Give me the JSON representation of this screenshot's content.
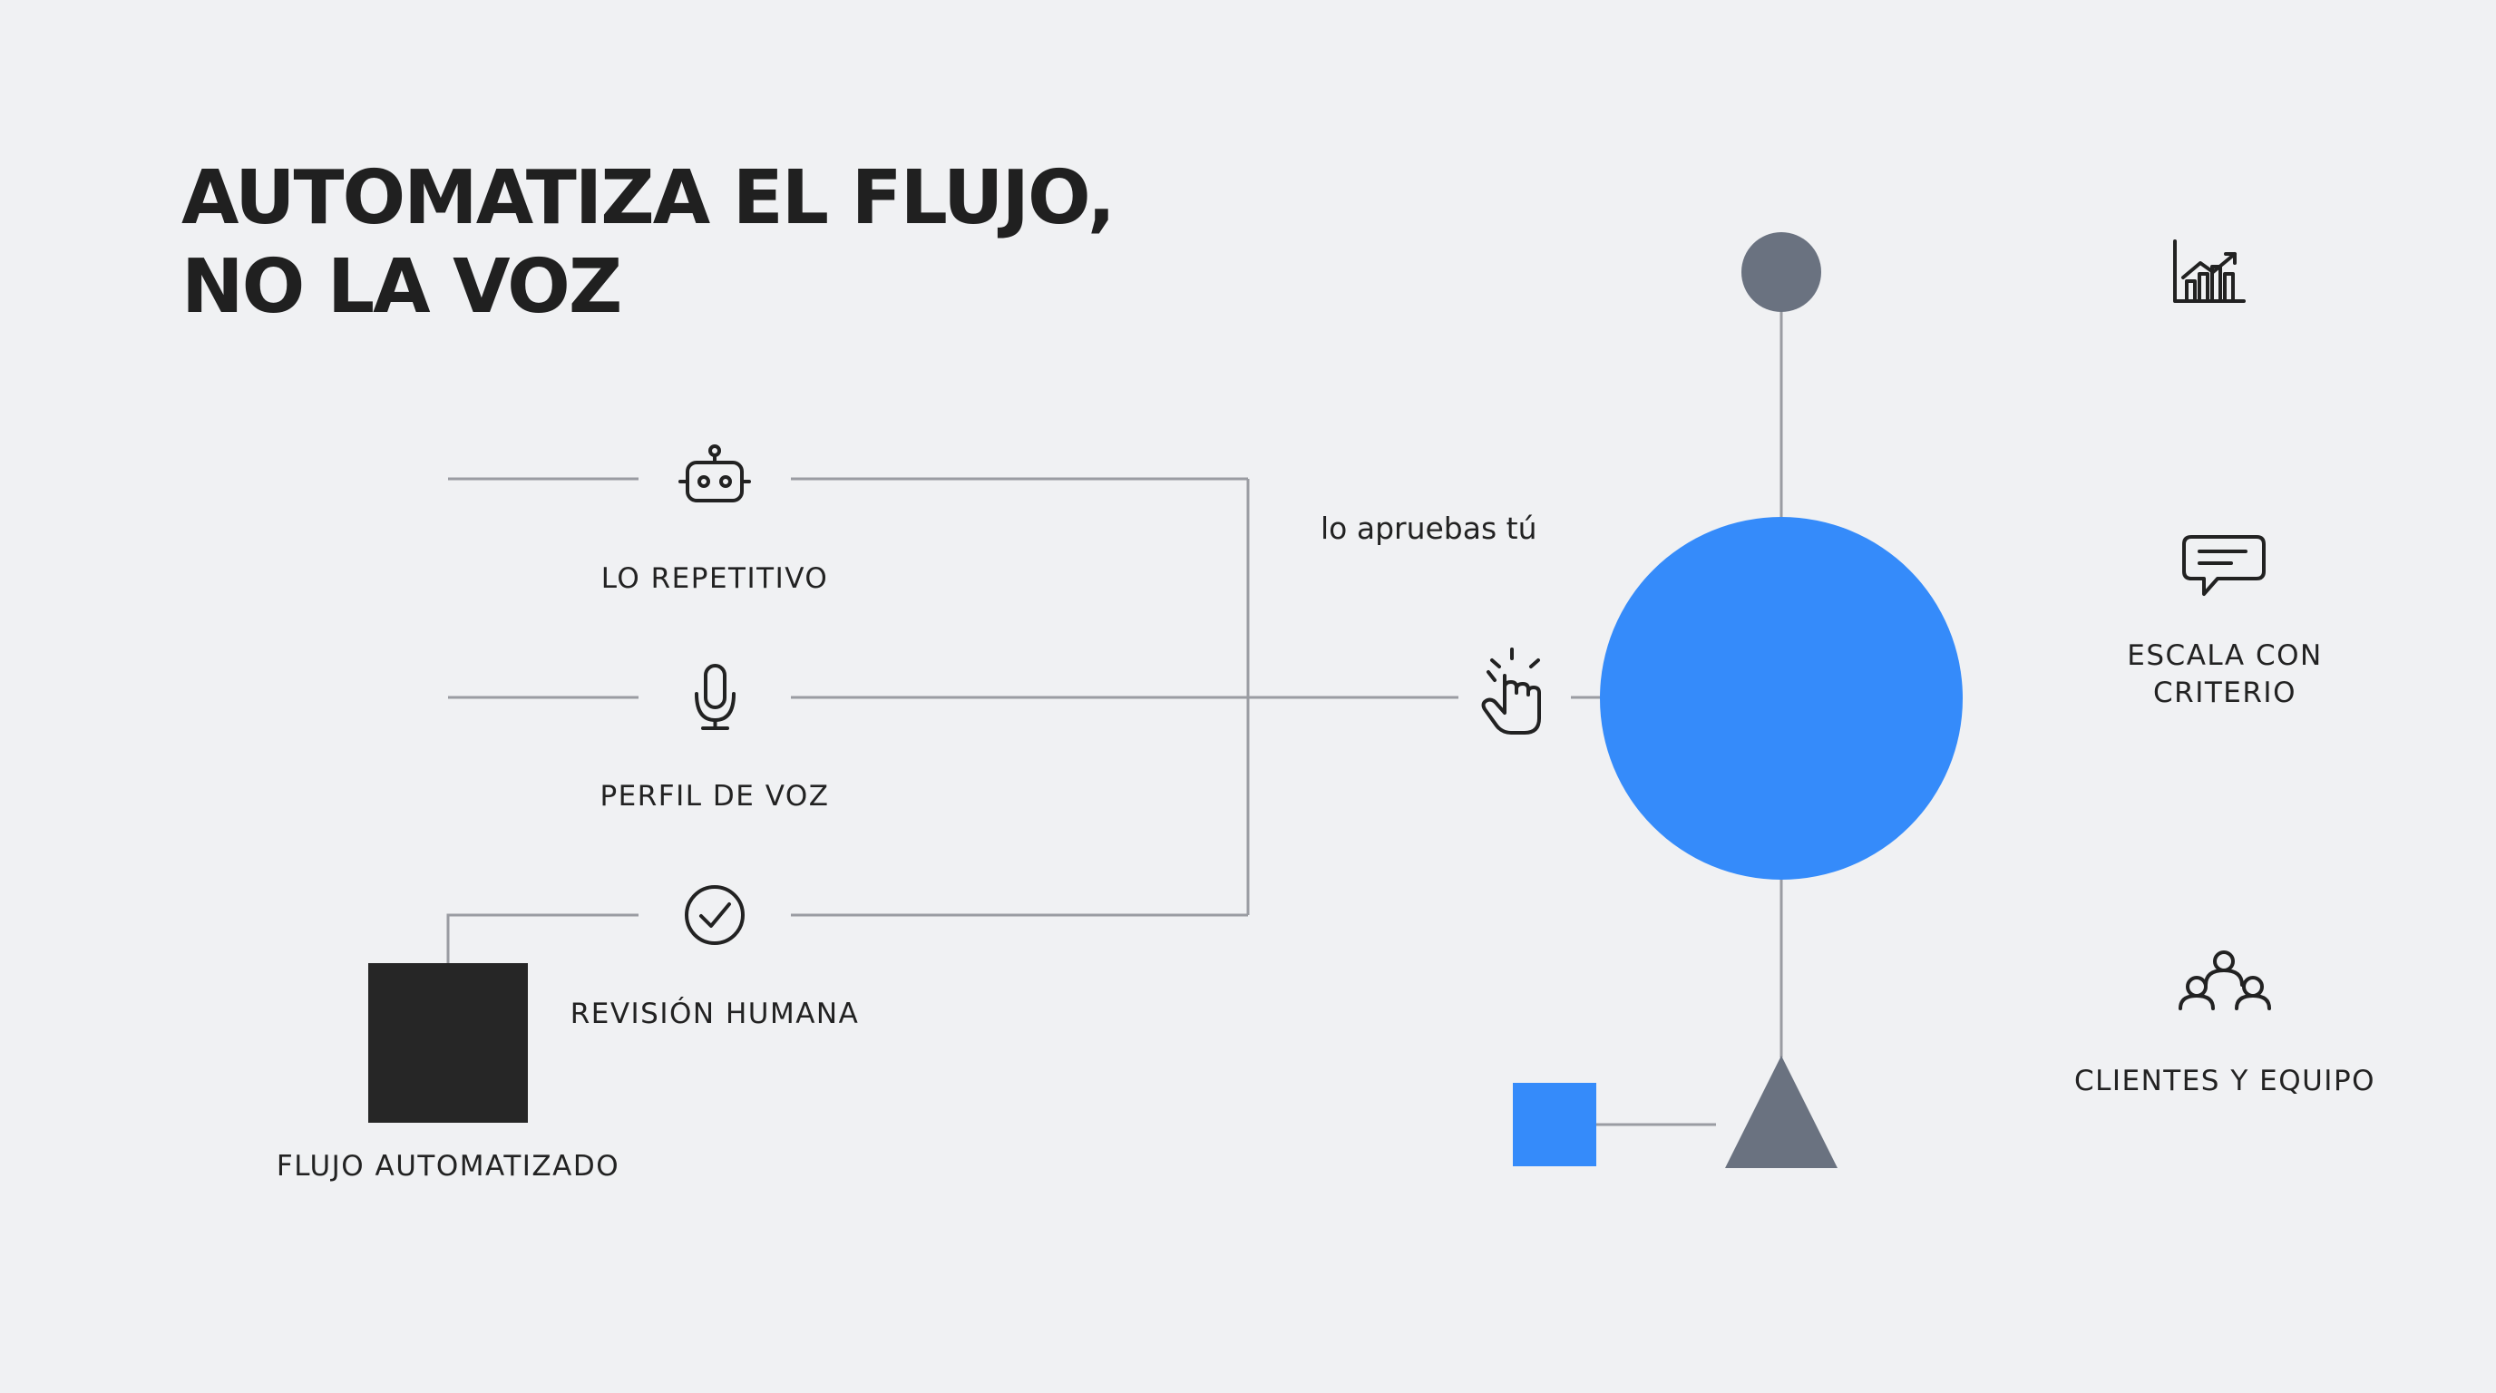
{
  "title": {
    "line1": "AUTOMATIZA EL FLUJO,",
    "line2": "NO LA VOZ"
  },
  "left_items": [
    {
      "label": "LO REPETITIVO",
      "icon": "robot-icon"
    },
    {
      "label": "PERFIL DE VOZ",
      "icon": "microphone-icon"
    },
    {
      "label": "REVISIÓN HUMANA",
      "icon": "check-circle-icon"
    }
  ],
  "flow_box_label": "FLUJO AUTOMATIZADO",
  "approval_note": "lo apruebas tú",
  "approval_icon": "hand-tap-icon",
  "right_items": [
    {
      "label": "",
      "icon": "chart-growth-icon"
    },
    {
      "label_line1": "ESCALA CON",
      "label_line2": "CRITERIO",
      "icon": "chat-bubble-icon"
    },
    {
      "label": "CLIENTES Y EQUIPO",
      "icon": "people-group-icon"
    }
  ],
  "colors": {
    "accent_blue": "#358bfa",
    "slate_gray": "#6a7280",
    "dark_box": "#262626",
    "line_gray": "#9a9ca2",
    "background": "#f0f1f3"
  }
}
